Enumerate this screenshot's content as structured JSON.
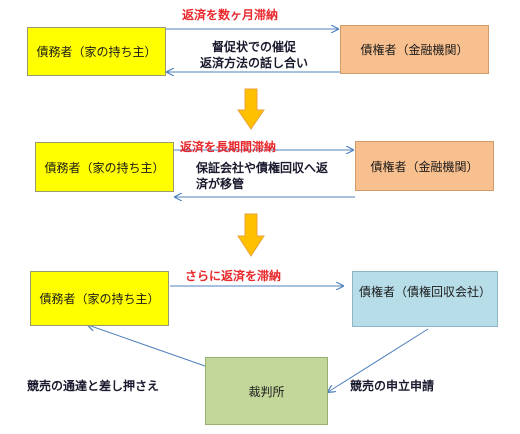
{
  "stage1": {
    "debtor": "債務者（家の持ち主）",
    "creditor": "債権者（金融機関）",
    "top_label": "返済を数ヶ月滞納",
    "mid_label_line1": "督促状での催促",
    "mid_label_line2": "返済方法の話し合い"
  },
  "stage2": {
    "debtor": "債務者（家の持ち主）",
    "creditor": "債権者（金融機関）",
    "top_label": "返済を長期間滞納",
    "mid_label_line1": "保証会社や債権回収へ返",
    "mid_label_line2": "済が移管"
  },
  "stage3": {
    "debtor": "債務者（家の持ち主）",
    "creditor": "債権者（債権回収会社）",
    "top_label": "さらに返済を滞納",
    "court": "裁判所",
    "left_label": "競売の通達と差し押さえ",
    "right_label": "競売の申立申請"
  },
  "colors": {
    "debtor": "#ffff00",
    "creditor": "#f9c08f",
    "collector": "#b7dde8",
    "court": "#c4d79b",
    "arrow_orange": "#ffc000",
    "line_blue": "#4f81bd",
    "label_red": "#e8282c"
  }
}
